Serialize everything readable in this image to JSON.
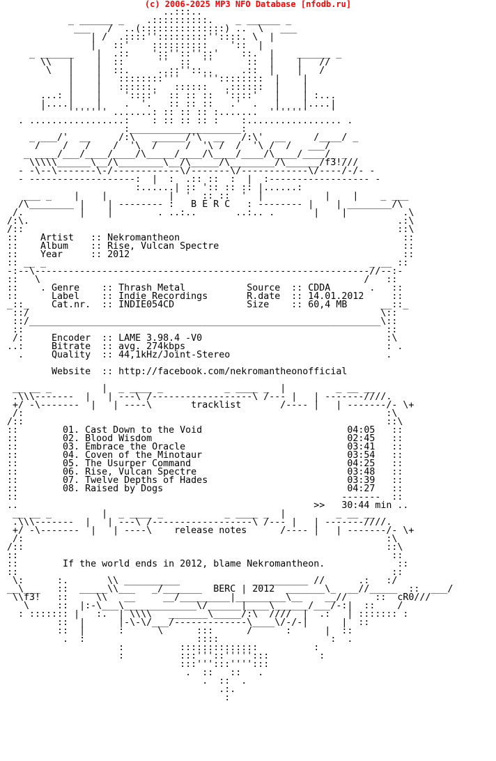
{
  "header": {
    "text": "(c) 2006-2025 MP3 NFO Database [nfodb.ru]",
    "color": "#ff0000"
  },
  "nfo": {
    "lines": [
      "                            ..:::..",
      "           _ ______ _    .::::::::::.    _ ______ _",
      "            ___   /  ..(:::::::::::::::) ..  \\   ___",
      "               | /  .::::'':::::::::''::::. \\  |",
      "               |   ::'    ::::::::::    '::  |",
      "    _ ______    |  .::    '::''::''::'    ::.  |    ______ _",
      "      \\\\   |    |  ::      ''  ::  ''      ::  |    |   //",
      "       \\   |    |  ::.     ..::''::..     .::  |    |   /",
      "           |    |   ::::::::'''    '''::::::::  |    |",
      "           |    |   ::::::.   ::::::   .::::::  |    |",
      "      ...: |    |    '::::'  :: :: ::  '::::'   |    | :...",
      "      |....|    |    .  '.   :: :: ::   .'  .   |    |....|",
      "      '    ''''''' .......: :: :: :: :.......  '''''''    '",
      "  . .................:    : :: :: :: :    :................. .",
      "                     :____________________:",
      "    _ ___/'  __     /:\\   ______/'\\  __   /:\\'  __     /____/ _",
      "     /    /   /    /  '\\  /     /  '\\ /  /  '\\ /  /   ___/",
      "   _ ____/___/____/____/\\_____/____/\\____/____/\\____/____/_ _",
      "    \\\\\\\\\\______\\__/\\________\\__/\\_____/\\________/\\______/f3!///",
      "  - -\\--\\-------\\-/------------\\/-------\\/------------\\/----/-/- -",
      "  - -------------------:  |  :  .:: ::  :  |  :------------------ -",
      "                       :......| :: ':: :: :: |......:",
      "   ___ _    |    |           |  '  :: ::  '  |           |    |    _ ___",
      "  /\\________ |    | -------- :   B E R C   : -------- |    | ________/\\",
      " /.          |    |        . ..:..       ..:.. .       |    |          .\\",
      "/:\\.                                                                  .:\\",
      "/::                                                                   ::\\",
      "::    Artist   :: Nekromantheon                                        ::",
      "::    Album    :: Rise, Vulcan Spectre                                 ::",
      "::    Year     :: 2012                                                 ::",
      ":: __ _                                                          _ __ ::",
      "-:--\\------------------------------------------------------------//--:-",
      "::   \\                                                          /   ::",
      "::    . Genre    :: Thrash Metal           Source  :: CDDA       .   ::",
      "::      Label    :: Indie Recordings       R.date  :: 14.01.2012     ::",
      "_::_    Cat.nr.  :: INDIE054CD             Size    :: 60,4 MB      __::_",
      " ::/                                                               \\::",
      " ::/_______________________________________________________________\\::",
      " ::                                                                 ::",
      " /:     Encoder  :: LAME 3.98.4 -V0                                 :\\",
      "..:     Bitrate  :: avg. 274kbps                                    : .",
      "  .     Quality  :: 44,1kHz/Joint-Stereo                            .",
      "        ",
      "        Website  :: http://facebook.com/nekromantheonofficial",
      "",
      " __ __ _         |  _ ____ _           _ ____ _  |         _ __ __",
      " .\\\\\\-------  |   | ---\\ /------------------\\ /--- |   | -------////.",
      " +/ -\\-------  |   | ----\\       tracklist       /---- |   | -------/- \\+",
      " /:                                                                 :\\",
      "/::                                                                 ::\\",
      "::        01. Cast Down to the Void                          04:05   ::",
      "::        02. Blood Wisdom                                   02:45   ::",
      "::        03. Embrace the Oracle                             03:41   ::",
      "::        04. Coven of the Minotaur                          03:54   ::",
      "::        05. The Usurper Command                            04:25   ::",
      "::        06. Rise, Vulcan Spectre                           03:48   ::",
      "::        07. Twelve Depths of Hades                         03:39   ::",
      "::        08. Raised by Dogs                                 04:27   ::",
      "::                                                          -------  ::",
      "..                                                     >>   30:44 min ..",
      " __ __ _         |  _ ____ _           _ ____ _  |         _ __ __",
      " .\\\\\\-------  |   | ---\\ /------------------\\ /--- |   | -------////.",
      " +/ -\\-------  |   | ----\\    release notes      /---- |   | -------/- \\+",
      " /:                                                                 :\\",
      "/::                                                                 ::\\",
      "::                                                                   ::",
      "::        If the world ends in 2012, blame Nekromantheon.             ::",
      "::                                                                   ::",
      " \\:      :.       \\\\ __________             __________ //      .:   :/",
      "__\\___   ::  _____\\\\___   _/_______  BERC | 2012  _______\\_  __//_____  ::  ___/",
      " \\\\f3!   ::     \\\\   __     __/_________|_________\\__    __//     ::  cR0///",
      "   \\     ::  |:-\\___\\_____________\\/______|____\\______/___/-:|  ::    /",
      "  : ::::::: |   :.  | \\\\\\\\   _______\\_____/:\\  ////  |  .:   | ::::::: :",
      "         ::  |      |-\\-\\/___/-------------\\____\\/-/-|      |  ::",
      "         ::  |      :      \\      :::      /      :      |  ::",
      "          .  :                    ::::                    :  .",
      "                    :          ::::::::::::::          :",
      "                    :          :::'''::''''':::         :",
      "                               :::''':::'''':::",
      "                                .  ::   ::   .",
      "                                   .  ::  .",
      "                                      .:.",
      "                                       :"
    ]
  }
}
